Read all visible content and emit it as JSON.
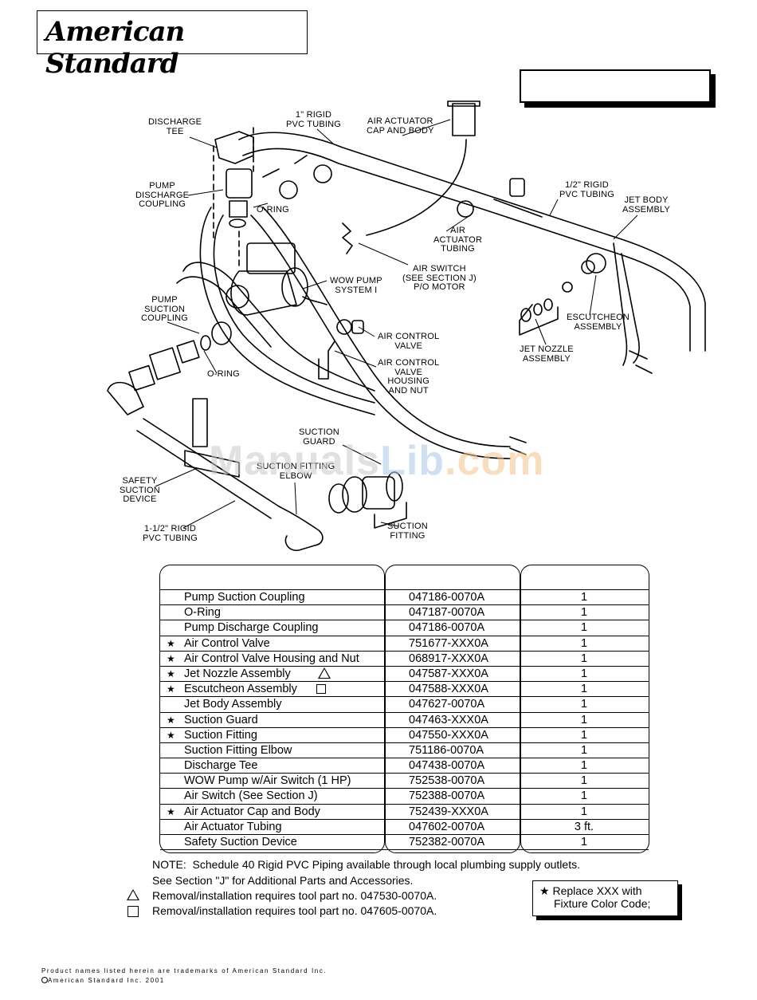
{
  "brand": {
    "logo_text": "American Standard"
  },
  "diagram": {
    "labels": [
      {
        "id": "discharge-tee",
        "text": "DISCHARGE\nTEE"
      },
      {
        "id": "rigid-1in",
        "text": "1\" RIGID\nPVC TUBING"
      },
      {
        "id": "air-actuator-cap",
        "text": "AIR ACTUATOR\nCAP AND BODY"
      },
      {
        "id": "pump-discharge-coupling",
        "text": "PUMP\nDISCHARGE\nCOUPLING"
      },
      {
        "id": "o-ring-upper",
        "text": "O-RING"
      },
      {
        "id": "half-inch-rigid",
        "text": "1/2\" RIGID\nPVC TUBING"
      },
      {
        "id": "jet-body-assembly",
        "text": "JET BODY\nASSEMBLY"
      },
      {
        "id": "air-actuator-tubing",
        "text": "AIR\nACTUATOR\nTUBING"
      },
      {
        "id": "air-switch",
        "text": "AIR SWITCH\n(SEE SECTION J)\nP/O MOTOR"
      },
      {
        "id": "wow-pump",
        "text": "WOW PUMP\nSYSTEM I"
      },
      {
        "id": "pump-suction-coupling",
        "text": "PUMP\nSUCTION\nCOUPLING"
      },
      {
        "id": "escutcheon-assembly",
        "text": "ESCUTCHEON\nASSEMBLY"
      },
      {
        "id": "air-control-valve",
        "text": "AIR CONTROL\nVALVE"
      },
      {
        "id": "jet-nozzle-assembly",
        "text": "JET NOZZLE\nASSEMBLY"
      },
      {
        "id": "o-ring-lower",
        "text": "O-RING"
      },
      {
        "id": "air-control-valve-housing",
        "text": "AIR CONTROL\nVALVE\nHOUSING\nAND NUT"
      },
      {
        "id": "suction-guard",
        "text": "SUCTION\nGUARD"
      },
      {
        "id": "suction-fitting-elbow",
        "text": "SUCTION FITTING\nELBOW"
      },
      {
        "id": "safety-suction-device",
        "text": "SAFETY\nSUCTION\nDEVICE"
      },
      {
        "id": "suction-fitting",
        "text": "SUCTION\nFITTING"
      },
      {
        "id": "rigid-1-5in",
        "text": "1-1/2\" RIGID\nPVC TUBING"
      }
    ],
    "watermark": {
      "part1": "Manuals",
      "part2": "Lib",
      "part3": ".com"
    }
  },
  "parts_table": {
    "rows": [
      {
        "star": false,
        "description": "Pump Suction Coupling",
        "tool_mark": "",
        "part_no": "047186-0070A",
        "qty": "1"
      },
      {
        "star": false,
        "description": "O-Ring",
        "tool_mark": "",
        "part_no": "047187-0070A",
        "qty": "1"
      },
      {
        "star": false,
        "description": "Pump Discharge Coupling",
        "tool_mark": "",
        "part_no": "047186-0070A",
        "qty": "1"
      },
      {
        "star": true,
        "description": "Air Control Valve",
        "tool_mark": "",
        "part_no": "751677-XXX0A",
        "qty": "1"
      },
      {
        "star": true,
        "description": "Air Control Valve Housing and Nut",
        "tool_mark": "",
        "part_no": "068917-XXX0A",
        "qty": "1"
      },
      {
        "star": true,
        "description": "Jet Nozzle Assembly",
        "tool_mark": "triangle",
        "part_no": "047587-XXX0A",
        "qty": "1"
      },
      {
        "star": true,
        "description": "Escutcheon Assembly",
        "tool_mark": "square",
        "part_no": "047588-XXX0A",
        "qty": "1"
      },
      {
        "star": false,
        "description": "Jet Body Assembly",
        "tool_mark": "",
        "part_no": "047627-0070A",
        "qty": "1"
      },
      {
        "star": true,
        "description": "Suction Guard",
        "tool_mark": "",
        "part_no": "047463-XXX0A",
        "qty": "1"
      },
      {
        "star": true,
        "description": "Suction Fitting",
        "tool_mark": "",
        "part_no": "047550-XXX0A",
        "qty": "1"
      },
      {
        "star": false,
        "description": "Suction Fitting Elbow",
        "tool_mark": "",
        "part_no": "751186-0070A",
        "qty": "1"
      },
      {
        "star": false,
        "description": "Discharge Tee",
        "tool_mark": "",
        "part_no": "047438-0070A",
        "qty": "1"
      },
      {
        "star": false,
        "description": "WOW Pump w/Air Switch (1 HP)",
        "tool_mark": "",
        "part_no": "752538-0070A",
        "qty": "1"
      },
      {
        "star": false,
        "description": "Air Switch (See Section J)",
        "tool_mark": "",
        "part_no": "752388-0070A",
        "qty": "1"
      },
      {
        "star": true,
        "description": "Air Actuator Cap and Body",
        "tool_mark": "",
        "part_no": "752439-XXX0A",
        "qty": "1"
      },
      {
        "star": false,
        "description": "Air Actuator Tubing",
        "tool_mark": "",
        "part_no": "047602-0070A",
        "qty": "3 ft."
      },
      {
        "star": false,
        "description": "Safety Suction Device",
        "tool_mark": "",
        "part_no": "752382-0070A",
        "qty": "1"
      }
    ]
  },
  "notes": {
    "line1": "NOTE:  Schedule 40 Rigid PVC Piping available through local plumbing supply outlets.",
    "line2": "See Section \"J\" for Additional Parts and Accessories.",
    "triangle_note": "Removal/installation requires tool part no. 047530-0070A.",
    "square_note": "Removal/installation requires tool part no. 047605-0070A.",
    "star_symbol": "★",
    "star_note_line1": "Replace XXX with",
    "star_note_line2": "Fixture Color Code;"
  },
  "footer": {
    "trademark": "Product names listed herein are trademarks of American Standard Inc.",
    "copyright": "American Standard Inc. 2001"
  }
}
